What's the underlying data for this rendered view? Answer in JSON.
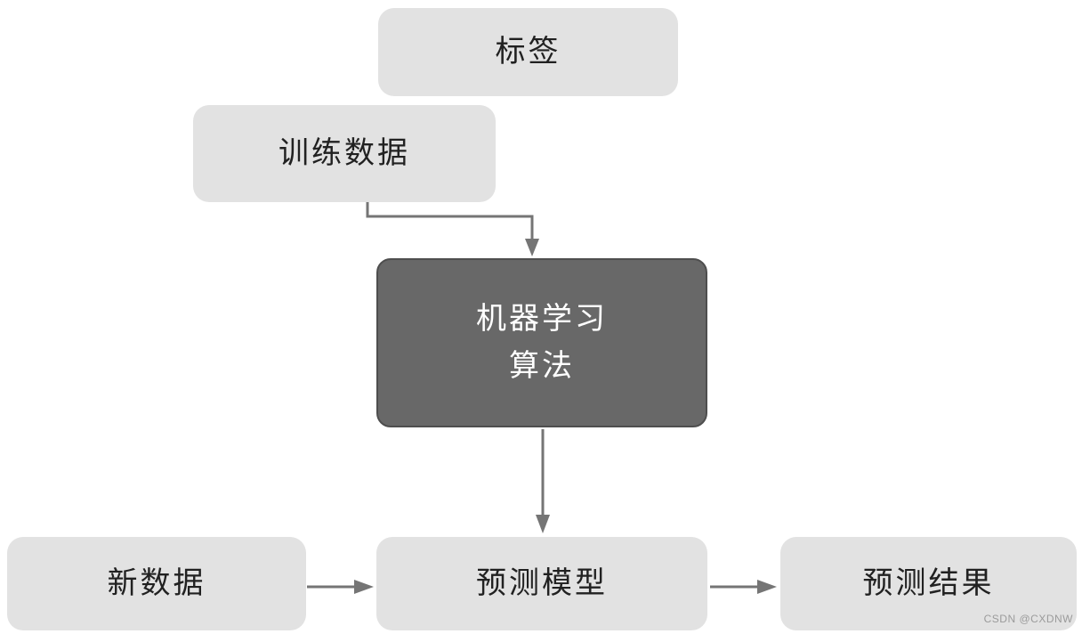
{
  "diagram": {
    "nodes": {
      "label": {
        "text": "标签"
      },
      "training_data": {
        "text": "训练数据"
      },
      "ml_algorithm": {
        "text": "机器学习\n算法"
      },
      "new_data": {
        "text": "新数据"
      },
      "prediction_model": {
        "text": "预测模型"
      },
      "prediction_result": {
        "text": "预测结果"
      }
    },
    "edges": [
      {
        "from": "训练数据",
        "to": "机器学习算法",
        "style": "elbow-down"
      },
      {
        "from": "机器学习算法",
        "to": "预测模型",
        "style": "straight-down"
      },
      {
        "from": "新数据",
        "to": "预测模型",
        "style": "straight-right"
      },
      {
        "from": "预测模型",
        "to": "预测结果",
        "style": "straight-right"
      }
    ],
    "colors": {
      "background": "#ffffff",
      "node_bg": "#e2e2e2",
      "node_text": "#212121",
      "dark_node_bg": "#686868",
      "dark_node_border": "#4e4e4e",
      "dark_node_text": "#ffffff",
      "arrow": "#757575",
      "watermark_color": "#9b9b9b"
    },
    "watermark": "CSDN @CXDNW"
  }
}
